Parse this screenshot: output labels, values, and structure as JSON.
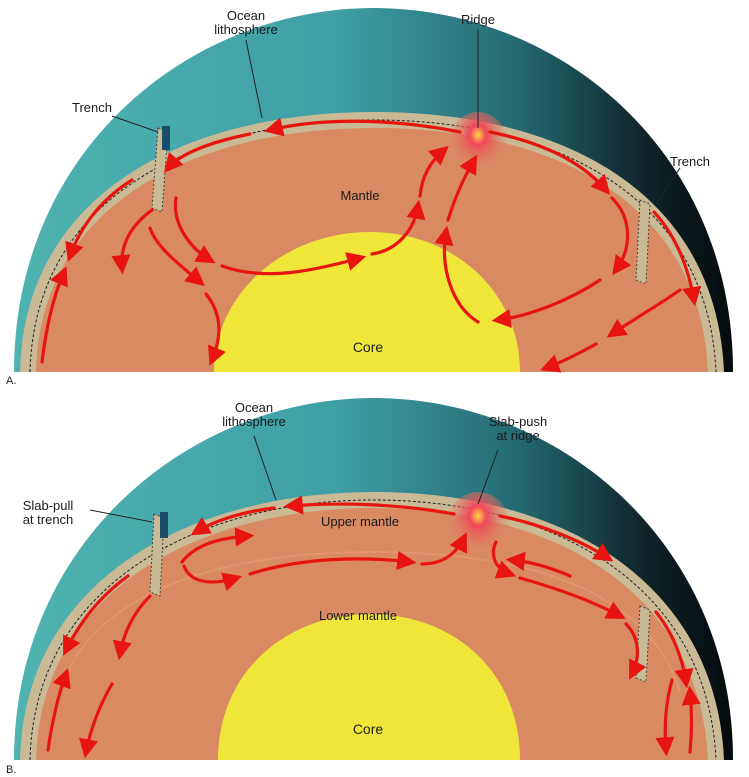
{
  "diagram_a": {
    "panel_letter": "A.",
    "labels": {
      "ocean_lithosphere_line1": "Ocean",
      "ocean_lithosphere_line2": "lithosphere",
      "ridge": "Ridge",
      "trench_left": "Trench",
      "trench_right": "Trench",
      "mantle": "Mantle",
      "core": "Core"
    }
  },
  "diagram_b": {
    "panel_letter": "B.",
    "labels": {
      "ocean_lithosphere_line1": "Ocean",
      "ocean_lithosphere_line2": "lithosphere",
      "slab_push_line1": "Slab-push",
      "slab_push_line2": "at ridge",
      "slab_pull_line1": "Slab-pull",
      "slab_pull_line2": "at trench",
      "upper_mantle": "Upper mantle",
      "lower_mantle": "Lower mantle",
      "core": "Core"
    }
  },
  "colors": {
    "mantle": "#d98a63",
    "core": "#f0e63a",
    "crust": "#c9b995",
    "ocean": "#3f9fa6",
    "space": "#0b1417",
    "convection_arrows": "#e8140f",
    "ridge_hotspot": "#e8394a"
  }
}
